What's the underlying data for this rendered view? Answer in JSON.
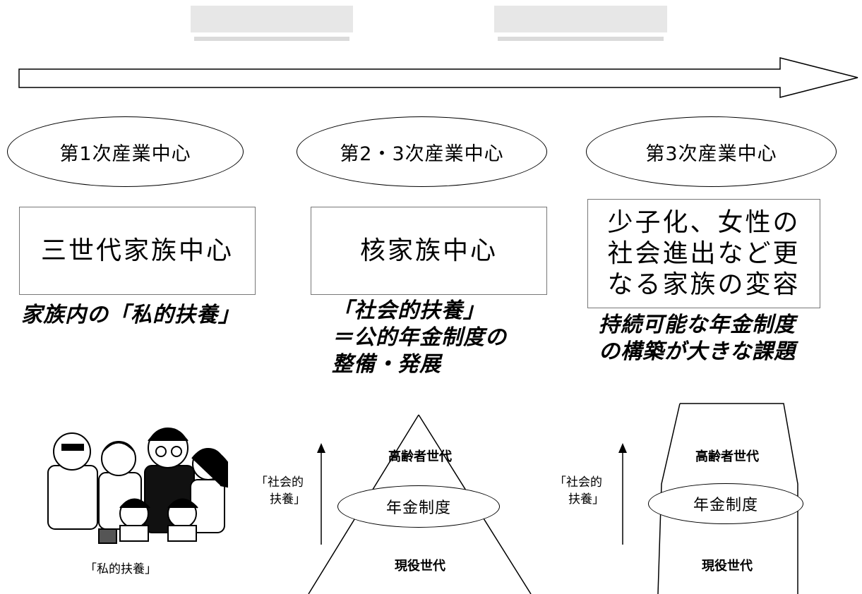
{
  "stages": [
    {
      "label": "第1次産業中心"
    },
    {
      "label": "第2・3次産業中心"
    },
    {
      "label": "第3次産業中心"
    }
  ],
  "family_boxes": [
    {
      "lines": [
        "三世代家族中心"
      ]
    },
    {
      "lines": [
        "核家族中心"
      ]
    },
    {
      "lines": [
        "少子化、女性の",
        "社会進出など更",
        "なる家族の変容"
      ]
    }
  ],
  "descriptions": [
    {
      "lines": [
        "家族内の「私的扶養」"
      ]
    },
    {
      "lines": [
        "「社会的扶養」",
        "＝公的年金制度の",
        "整備・発展"
      ]
    },
    {
      "lines": [
        "持続可能な年金制度",
        "の構築が大きな課題"
      ]
    }
  ],
  "family_illustration": {
    "caption": "「私的扶養」"
  },
  "pyramids": [
    {
      "support_label": [
        "「社会的",
        "扶養」"
      ],
      "elderly": "高齢者世代",
      "pension": "年金制度",
      "working": "現役世代"
    },
    {
      "support_label": [
        "「社会的",
        "扶養」"
      ],
      "elderly": "高齢者世代",
      "pension": "年金制度",
      "working": "現役世代"
    }
  ]
}
